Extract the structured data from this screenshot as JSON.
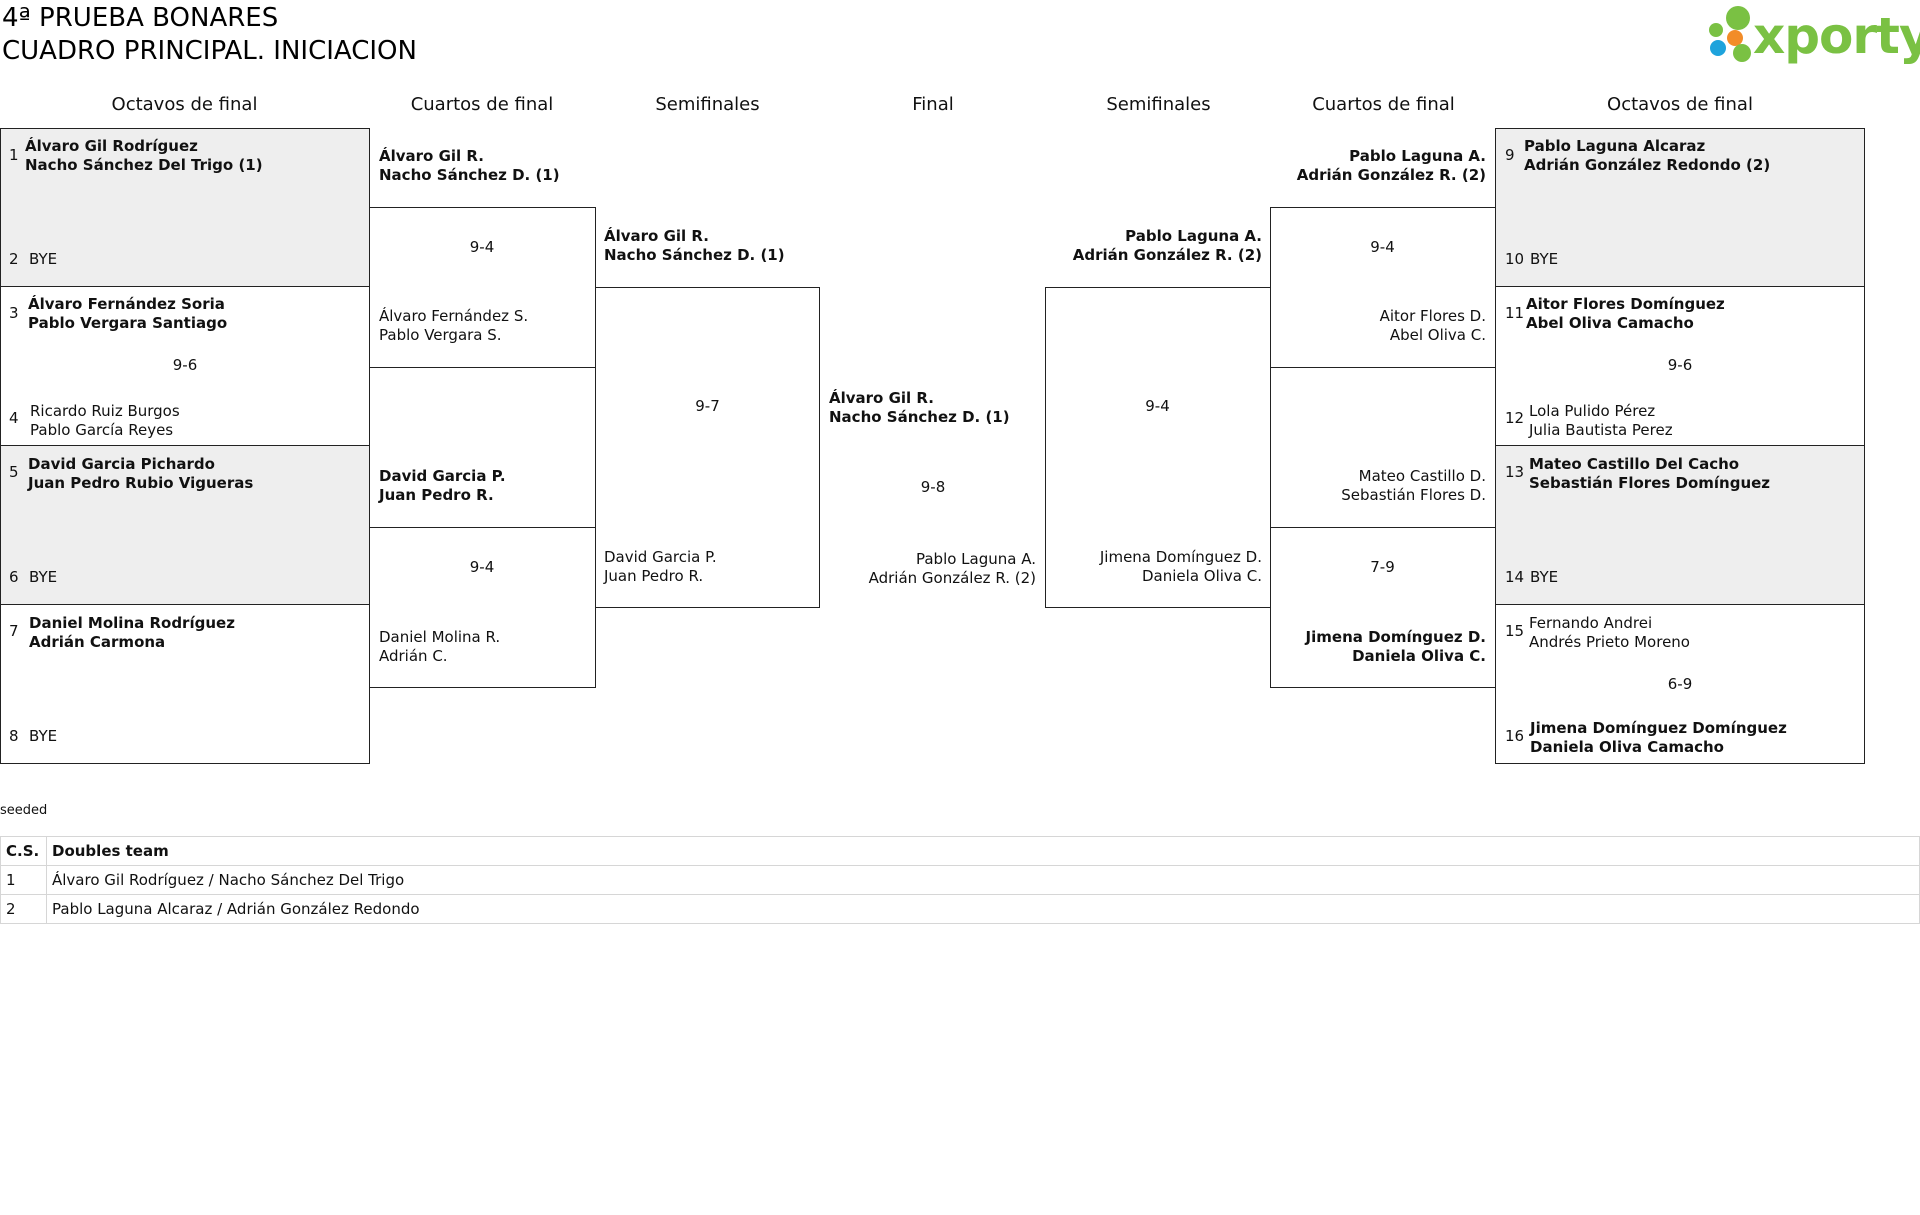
{
  "title_line1": "4ª PRUEBA BONARES",
  "title_line2": "CUADRO PRINCIPAL. INICIACION",
  "logo_text": "xporty",
  "rounds": {
    "r16": "Octavos de final",
    "qf": "Cuartos de final",
    "sf": "Semifinales",
    "final": "Final",
    "sf_r": "Semifinales",
    "qf_r": "Cuartos de final",
    "r16_r": "Octavos de final"
  },
  "left_r16": [
    {
      "num": "1",
      "p1": "Álvaro Gil Rodríguez",
      "p2": "Nacho Sánchez Del Trigo (1)"
    },
    {
      "num": "2",
      "p1": "BYE",
      "p2": ""
    },
    {
      "num": "3",
      "p1": "Álvaro Fernández Soria",
      "p2": "Pablo Vergara Santiago"
    },
    {
      "num": "4",
      "p1": "Ricardo Ruiz Burgos",
      "p2": "Pablo García Reyes"
    },
    {
      "num": "5",
      "p1": "David Garcia Pichardo",
      "p2": "Juan Pedro Rubio Vigueras"
    },
    {
      "num": "6",
      "p1": "BYE",
      "p2": ""
    },
    {
      "num": "7",
      "p1": "Daniel Molina Rodríguez",
      "p2": "Adrián Carmona"
    },
    {
      "num": "8",
      "p1": "BYE",
      "p2": ""
    }
  ],
  "left_r16_scores": [
    "9-6"
  ],
  "left_qf": [
    {
      "p1": "Álvaro Gil R.",
      "p2": "Nacho Sánchez D. (1)"
    },
    {
      "p1": "Álvaro Fernández S.",
      "p2": "Pablo Vergara S."
    },
    {
      "p1": "David Garcia P.",
      "p2": "Juan Pedro R."
    },
    {
      "p1": "Daniel Molina R.",
      "p2": "Adrián C."
    }
  ],
  "left_qf_scores": [
    "9-4",
    "9-4"
  ],
  "left_sf": [
    {
      "p1": "Álvaro Gil R.",
      "p2": "Nacho Sánchez D. (1)"
    },
    {
      "p1": "David Garcia P.",
      "p2": "Juan Pedro R."
    }
  ],
  "left_sf_score": "9-7",
  "final": {
    "top_p1": "Álvaro Gil R.",
    "top_p2": "Nacho Sánchez D. (1)",
    "score": "9-8",
    "bot_p1": "Pablo Laguna A.",
    "bot_p2": "Adrián González R. (2)"
  },
  "right_sf": [
    {
      "p1": "Pablo Laguna A.",
      "p2": "Adrián González R. (2)"
    },
    {
      "p1": "Jimena Domínguez D.",
      "p2": "Daniela Oliva C."
    }
  ],
  "right_sf_score": "9-4",
  "right_qf": [
    {
      "p1": "Pablo Laguna A.",
      "p2": "Adrián González R. (2)"
    },
    {
      "p1": "Aitor Flores D.",
      "p2": "Abel Oliva C."
    },
    {
      "p1": "Mateo Castillo D.",
      "p2": "Sebastián Flores D."
    },
    {
      "p1": "Jimena Domínguez D.",
      "p2": "Daniela Oliva C."
    }
  ],
  "right_qf_scores": [
    "9-4",
    "7-9"
  ],
  "right_r16": [
    {
      "num": "9",
      "p1": "Pablo Laguna Alcaraz",
      "p2": "Adrián González Redondo (2)"
    },
    {
      "num": "10",
      "p1": "BYE",
      "p2": ""
    },
    {
      "num": "11",
      "p1": "Aitor Flores Domínguez",
      "p2": "Abel Oliva Camacho"
    },
    {
      "num": "12",
      "p1": "Lola Pulido Pérez",
      "p2": "Julia Bautista Perez"
    },
    {
      "num": "13",
      "p1": "Mateo Castillo Del Cacho",
      "p2": "Sebastián Flores Domínguez"
    },
    {
      "num": "14",
      "p1": "BYE",
      "p2": ""
    },
    {
      "num": "15",
      "p1": "Fernando Andrei",
      "p2": "Andrés Prieto Moreno"
    },
    {
      "num": "16",
      "p1": "Jimena Domínguez Domínguez",
      "p2": "Daniela Oliva Camacho"
    }
  ],
  "right_r16_scores": [
    "9-6",
    "6-9"
  ],
  "seeded_label": "seeded",
  "seeds_table": {
    "headers": [
      "C.S.",
      "Doubles team"
    ],
    "rows": [
      [
        "1",
        "Álvaro Gil Rodríguez / Nacho Sánchez Del Trigo"
      ],
      [
        "2",
        "Pablo Laguna Alcaraz / Adrián González Redondo"
      ]
    ]
  },
  "colors": {
    "bye_box": "#eeeeee",
    "logo_green": "#7ac143",
    "logo_blue": "#1ea3dc",
    "logo_orange": "#f28c28"
  }
}
